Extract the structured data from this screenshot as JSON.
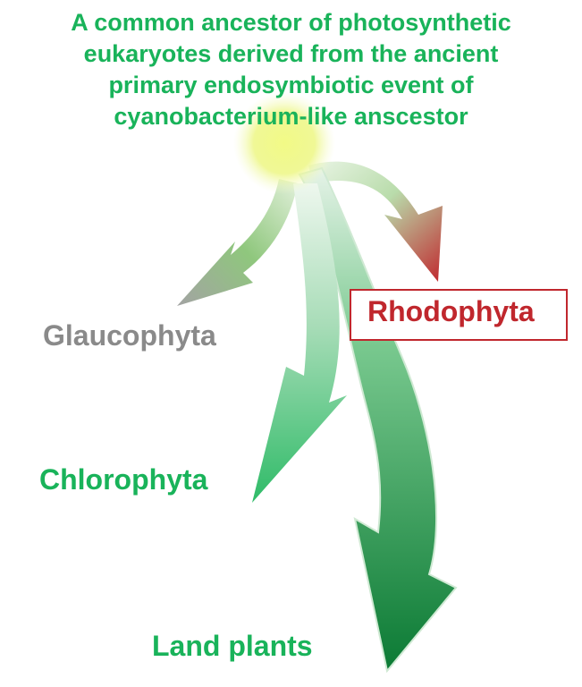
{
  "title_lines": [
    "A common ancestor of photosynthetic",
    "eukaryotes derived from the ancient",
    "primary endosymbiotic event of",
    "cyanobacterium-like anscestor"
  ],
  "lineages": {
    "glaucophyta": "Glaucophyta",
    "rhodophyta": "Rhodophyta",
    "chlorophyta": "Chlorophyta",
    "land_plants": "Land plants"
  },
  "colors": {
    "title_text": "#19b35a",
    "glaucophyta": "#8a8a8a",
    "rhodophyta": "#c0272d",
    "green": "#19b35a",
    "ancestor_glow": "#eef78a"
  }
}
